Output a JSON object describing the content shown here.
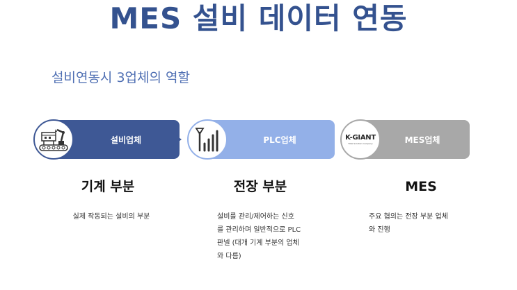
{
  "header": {
    "title": "MES 설비 데이터 연동"
  },
  "subtitle": "설비연동시 3업체의  역할",
  "steps": [
    {
      "label": "설비업체",
      "icon": "factory-machine-icon",
      "heading": "기계 부분",
      "description": [
        "실제 작동되는 설비의 부분"
      ],
      "color": "#3e5895"
    },
    {
      "label": "PLC업체",
      "icon": "signal-antenna-icon",
      "heading": "전장 부분",
      "description": [
        "설비를 관리/제어하는 신호",
        "를 관리하며 일반적으로 PLC",
        "판넬 (대개 기계 부분의 업체",
        "와 다름)"
      ],
      "color": "#93b0e8"
    },
    {
      "label": "MES업체",
      "icon": "k-giant-logo",
      "logo_text": "K-GIANT",
      "logo_subtext": "Total Solution Company",
      "heading": "MES",
      "description": [
        "주요 협의는 전장 부분 업체",
        "와 진행"
      ],
      "color": "#a8a8a8"
    }
  ],
  "colors": {
    "title": "#34528f",
    "subtitle": "#4f6fb3"
  }
}
